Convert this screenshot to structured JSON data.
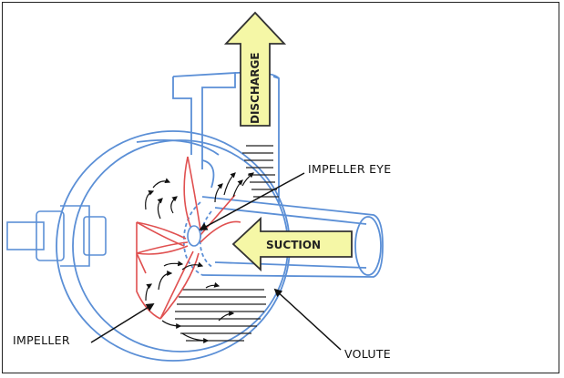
{
  "labels": {
    "discharge": "DISCHARGE",
    "impeller_eye": "IMPELLER EYE",
    "suction": "SUCTION",
    "impeller": "IMPELLER",
    "volute": "VOLUTE"
  },
  "colors": {
    "outline": "#5b8fd6",
    "impeller": "#e05050",
    "arrow_fill": "#f5f7a6",
    "hatch": "#222222",
    "frame": "#222222"
  }
}
